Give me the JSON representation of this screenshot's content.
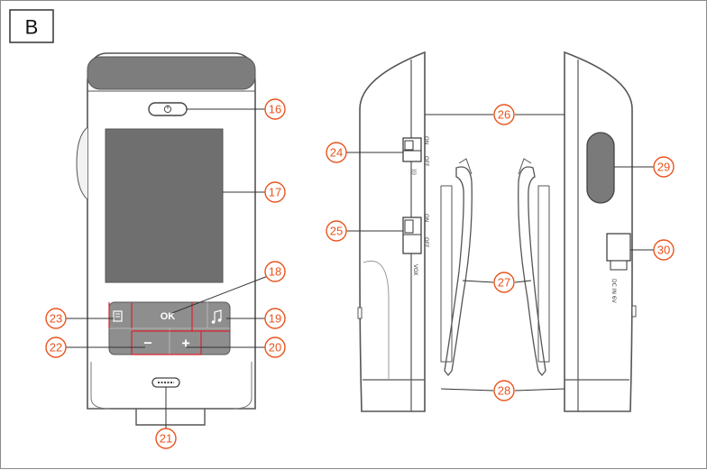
{
  "panel_label": "B",
  "front_view": {
    "buttons": {
      "ok": "OK",
      "minus": "−",
      "plus": "+"
    }
  },
  "side_view": {
    "switch_24": {
      "on": "ON",
      "off": "OFF",
      "marking": ")))"
    },
    "switch_25": {
      "on": "ON",
      "off": "OFF",
      "marking": "VOX"
    },
    "port_30": {
      "marking": "DC IN 6V"
    }
  },
  "callouts": [
    "16",
    "17",
    "18",
    "19",
    "20",
    "21",
    "22",
    "23",
    "24",
    "25",
    "26",
    "27",
    "28",
    "29",
    "30"
  ],
  "colors": {
    "callout": "#e8541e",
    "keypad": "#8e8e8e",
    "screen": "#6f6f6f",
    "highlight_box": "#d9232d"
  }
}
